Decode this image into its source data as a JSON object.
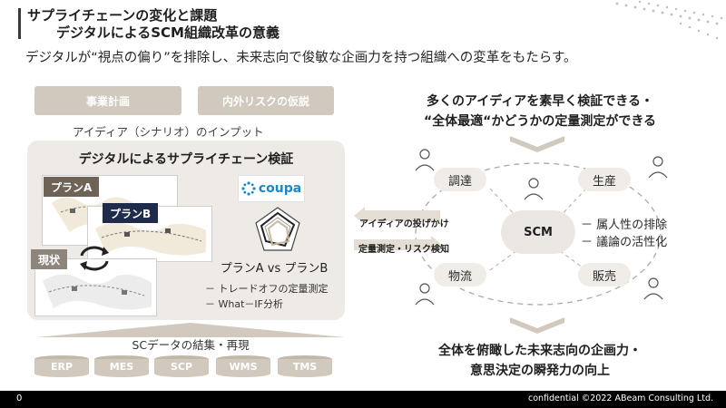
{
  "header": {
    "title_line1": "サプライチェーンの変化と課題",
    "title_line2": "デジタルによるSCM組織改革の意義",
    "lead": "デジタルが“視点の偏り”を排除し、未来志向で俊敏な企画力を持つ組織への変革をもたらす。"
  },
  "left": {
    "tag_plan": "事業計画",
    "tag_risk": "内外リスクの仮説",
    "input_label": "アイディア（シナリオ）のインプット",
    "panel_title": "デジタルによるサプライチェーン検証",
    "plan_a": "プランA",
    "plan_b": "プランB",
    "genjo": "現状",
    "coupa": "coupa",
    "vs": "プランA vs プランB",
    "bullets": [
      "－ トレードオフの定量測定",
      "－ What－IF分析"
    ],
    "sc_label": "SCデータの結集・再現",
    "databases": [
      "ERP",
      "MES",
      "SCP",
      "WMS",
      "TMS"
    ]
  },
  "right": {
    "top_line1": "多くのアイディアを素早く検証できる・",
    "top_line2": "“全体最適“かどうかの定量測定ができる",
    "nodes": {
      "chotatsu": "調達",
      "seisan": "生産",
      "butsuryu": "物流",
      "hanbai": "販売",
      "center": "SCM"
    },
    "bullets": [
      "－ 属人性の排除",
      "－ 議論の活性化"
    ],
    "arrow_to_left": "アイディアの投げかけ",
    "arrow_to_right": "定量測定・リスク検知",
    "bottom_line1": "全体を俯瞰した未来志向の企画力・",
    "bottom_line2": "意思決定の瞬発力の向上"
  },
  "footer": {
    "page": "0",
    "copyright": "confidential  ©2022 ABeam Consulting Ltd."
  },
  "colors": {
    "tag_fill": "#d1c9bd",
    "panel_fill": "#eeebe6",
    "plan_a": "#6e6355",
    "plan_b": "#1f2b4a",
    "coupa_blue": "#1a87c9",
    "footer": "#000000"
  }
}
